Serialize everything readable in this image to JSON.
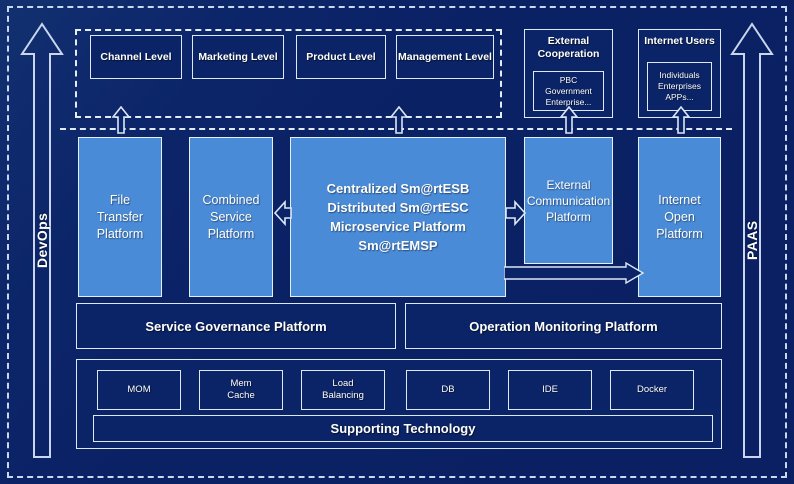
{
  "diagram": {
    "side_arrows": {
      "left": {
        "label": "DevOps",
        "icon": "up-arrow-icon"
      },
      "right": {
        "label": "PAAS",
        "icon": "up-arrow-icon"
      }
    },
    "consumer_levels": [
      {
        "label": "Channel Level"
      },
      {
        "label": "Marketing Level"
      },
      {
        "label": "Product Level"
      },
      {
        "label": "Management Level"
      }
    ],
    "external_cards": [
      {
        "title": "External\nCooperation",
        "inner": "PBC Government\nEnterprise..."
      },
      {
        "title": "Internet Users",
        "inner": "Individuals\nEnterprises\nAPPs..."
      }
    ],
    "platforms": [
      {
        "label": "File\nTransfer\nPlatform"
      },
      {
        "label": "Combined\nService\nPlatform"
      },
      {
        "label": "Centralized Sm@rtESB\nDistributed Sm@rtESC\nMicroservice Platform Sm@rtEMSP"
      },
      {
        "label": "External\nCommunication\nPlatform"
      },
      {
        "label": "Internet\nOpen\nPlatform"
      }
    ],
    "governance": [
      {
        "label": "Service Governance Platform"
      },
      {
        "label": "Operation Monitoring Platform"
      }
    ],
    "technologies": [
      {
        "label": "MOM"
      },
      {
        "label": "Mem\nCache"
      },
      {
        "label": "Load\nBalancing"
      },
      {
        "label": "DB"
      },
      {
        "label": "IDE"
      },
      {
        "label": "Docker"
      }
    ],
    "support_bar": {
      "label": "Supporting Technology"
    },
    "colors": {
      "background": "#0a2264",
      "platform_fill": "#4a8bd8",
      "box_fill": "#0b2467",
      "stroke": "#dce7f7",
      "text": "#ffffff"
    }
  }
}
